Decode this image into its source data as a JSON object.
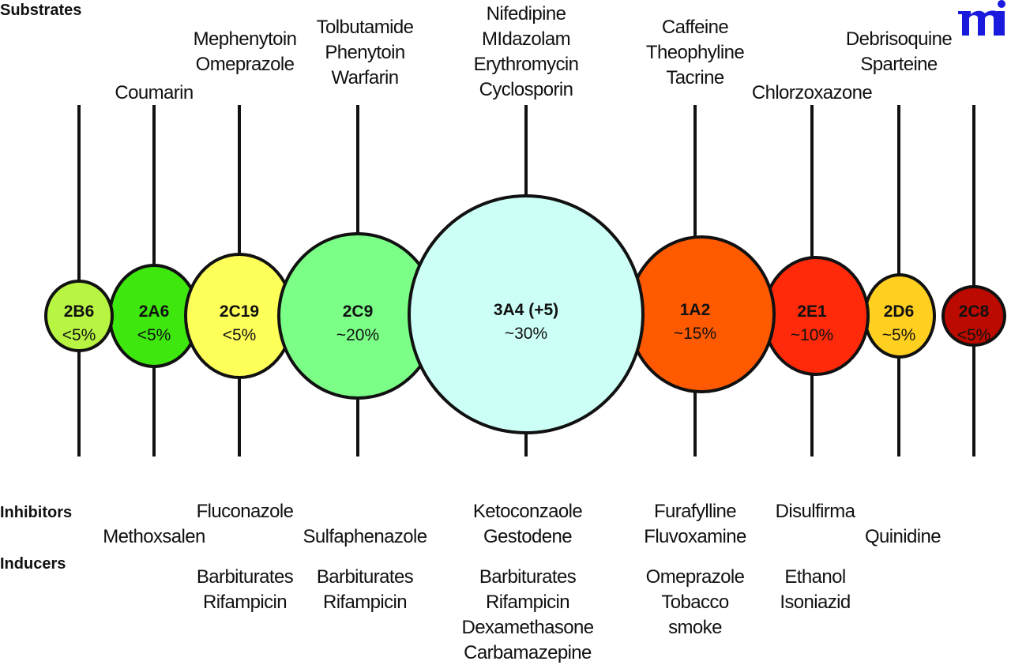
{
  "sections": {
    "substrates": "Substrates",
    "inhibitors": "Inhibitors",
    "inducers": "Inducers"
  },
  "logo": {
    "text": "mi",
    "color": "#1a1adf"
  },
  "enzymes": [
    {
      "name": "2B6",
      "share": "<5%",
      "color": "#b8f542",
      "substrates": [],
      "inhibitors": [],
      "inducers": []
    },
    {
      "name": "2A6",
      "share": "<5%",
      "color": "#3ee80e",
      "substrates": [
        "Coumarin"
      ],
      "inhibitors": [
        "Methoxsalen"
      ],
      "inducers": []
    },
    {
      "name": "2C19",
      "share": "<5%",
      "color": "#ffff5a",
      "substrates": [
        "Mephenytoin",
        "Omeprazole"
      ],
      "inhibitors": [
        "Fluconazole"
      ],
      "inducers": [
        "Barbiturates",
        "Rifampicin"
      ]
    },
    {
      "name": "2C9",
      "share": "~20%",
      "color": "#7bff86",
      "substrates": [
        "Tolbutamide",
        "Phenytoin",
        "Warfarin"
      ],
      "inhibitors": [
        "Sulfaphenazole"
      ],
      "inducers": [
        "Barbiturates",
        "Rifampicin"
      ]
    },
    {
      "name": "3A4 (+5)",
      "share": "~30%",
      "color": "#ccfff6",
      "substrates": [
        "Nifedipine",
        "MIdazolam",
        "Erythromycin",
        "Cyclosporin"
      ],
      "inhibitors": [
        "Ketoconzaole",
        "Gestodene"
      ],
      "inducers": [
        "Barbiturates",
        "Rifampicin",
        "Dexamethasone",
        "Carbamazepine"
      ]
    },
    {
      "name": "1A2",
      "share": "~15%",
      "color": "#ff5a00",
      "substrates": [
        "Caffeine",
        "Theophyline",
        "Tacrine"
      ],
      "inhibitors": [
        "Furafylline",
        "Fluvoxamine"
      ],
      "inducers": [
        "Omeprazole",
        "Tobacco",
        "smoke"
      ]
    },
    {
      "name": "2E1",
      "share": "~10%",
      "color": "#ff2a0a",
      "substrates": [
        "Chlorzoxazone"
      ],
      "inhibitors": [
        "Disulfirma"
      ],
      "inducers": [
        "Ethanol",
        "Isoniazid"
      ]
    },
    {
      "name": "2D6",
      "share": "~5%",
      "color": "#ffd020",
      "substrates": [
        "Debrisoquine",
        "Sparteine"
      ],
      "inhibitors": [
        "Quinidine"
      ],
      "inducers": []
    },
    {
      "name": "2C8",
      "share": "<5%",
      "color": "#bb0a00",
      "substrates": [],
      "inhibitors": [],
      "inducers": []
    }
  ]
}
